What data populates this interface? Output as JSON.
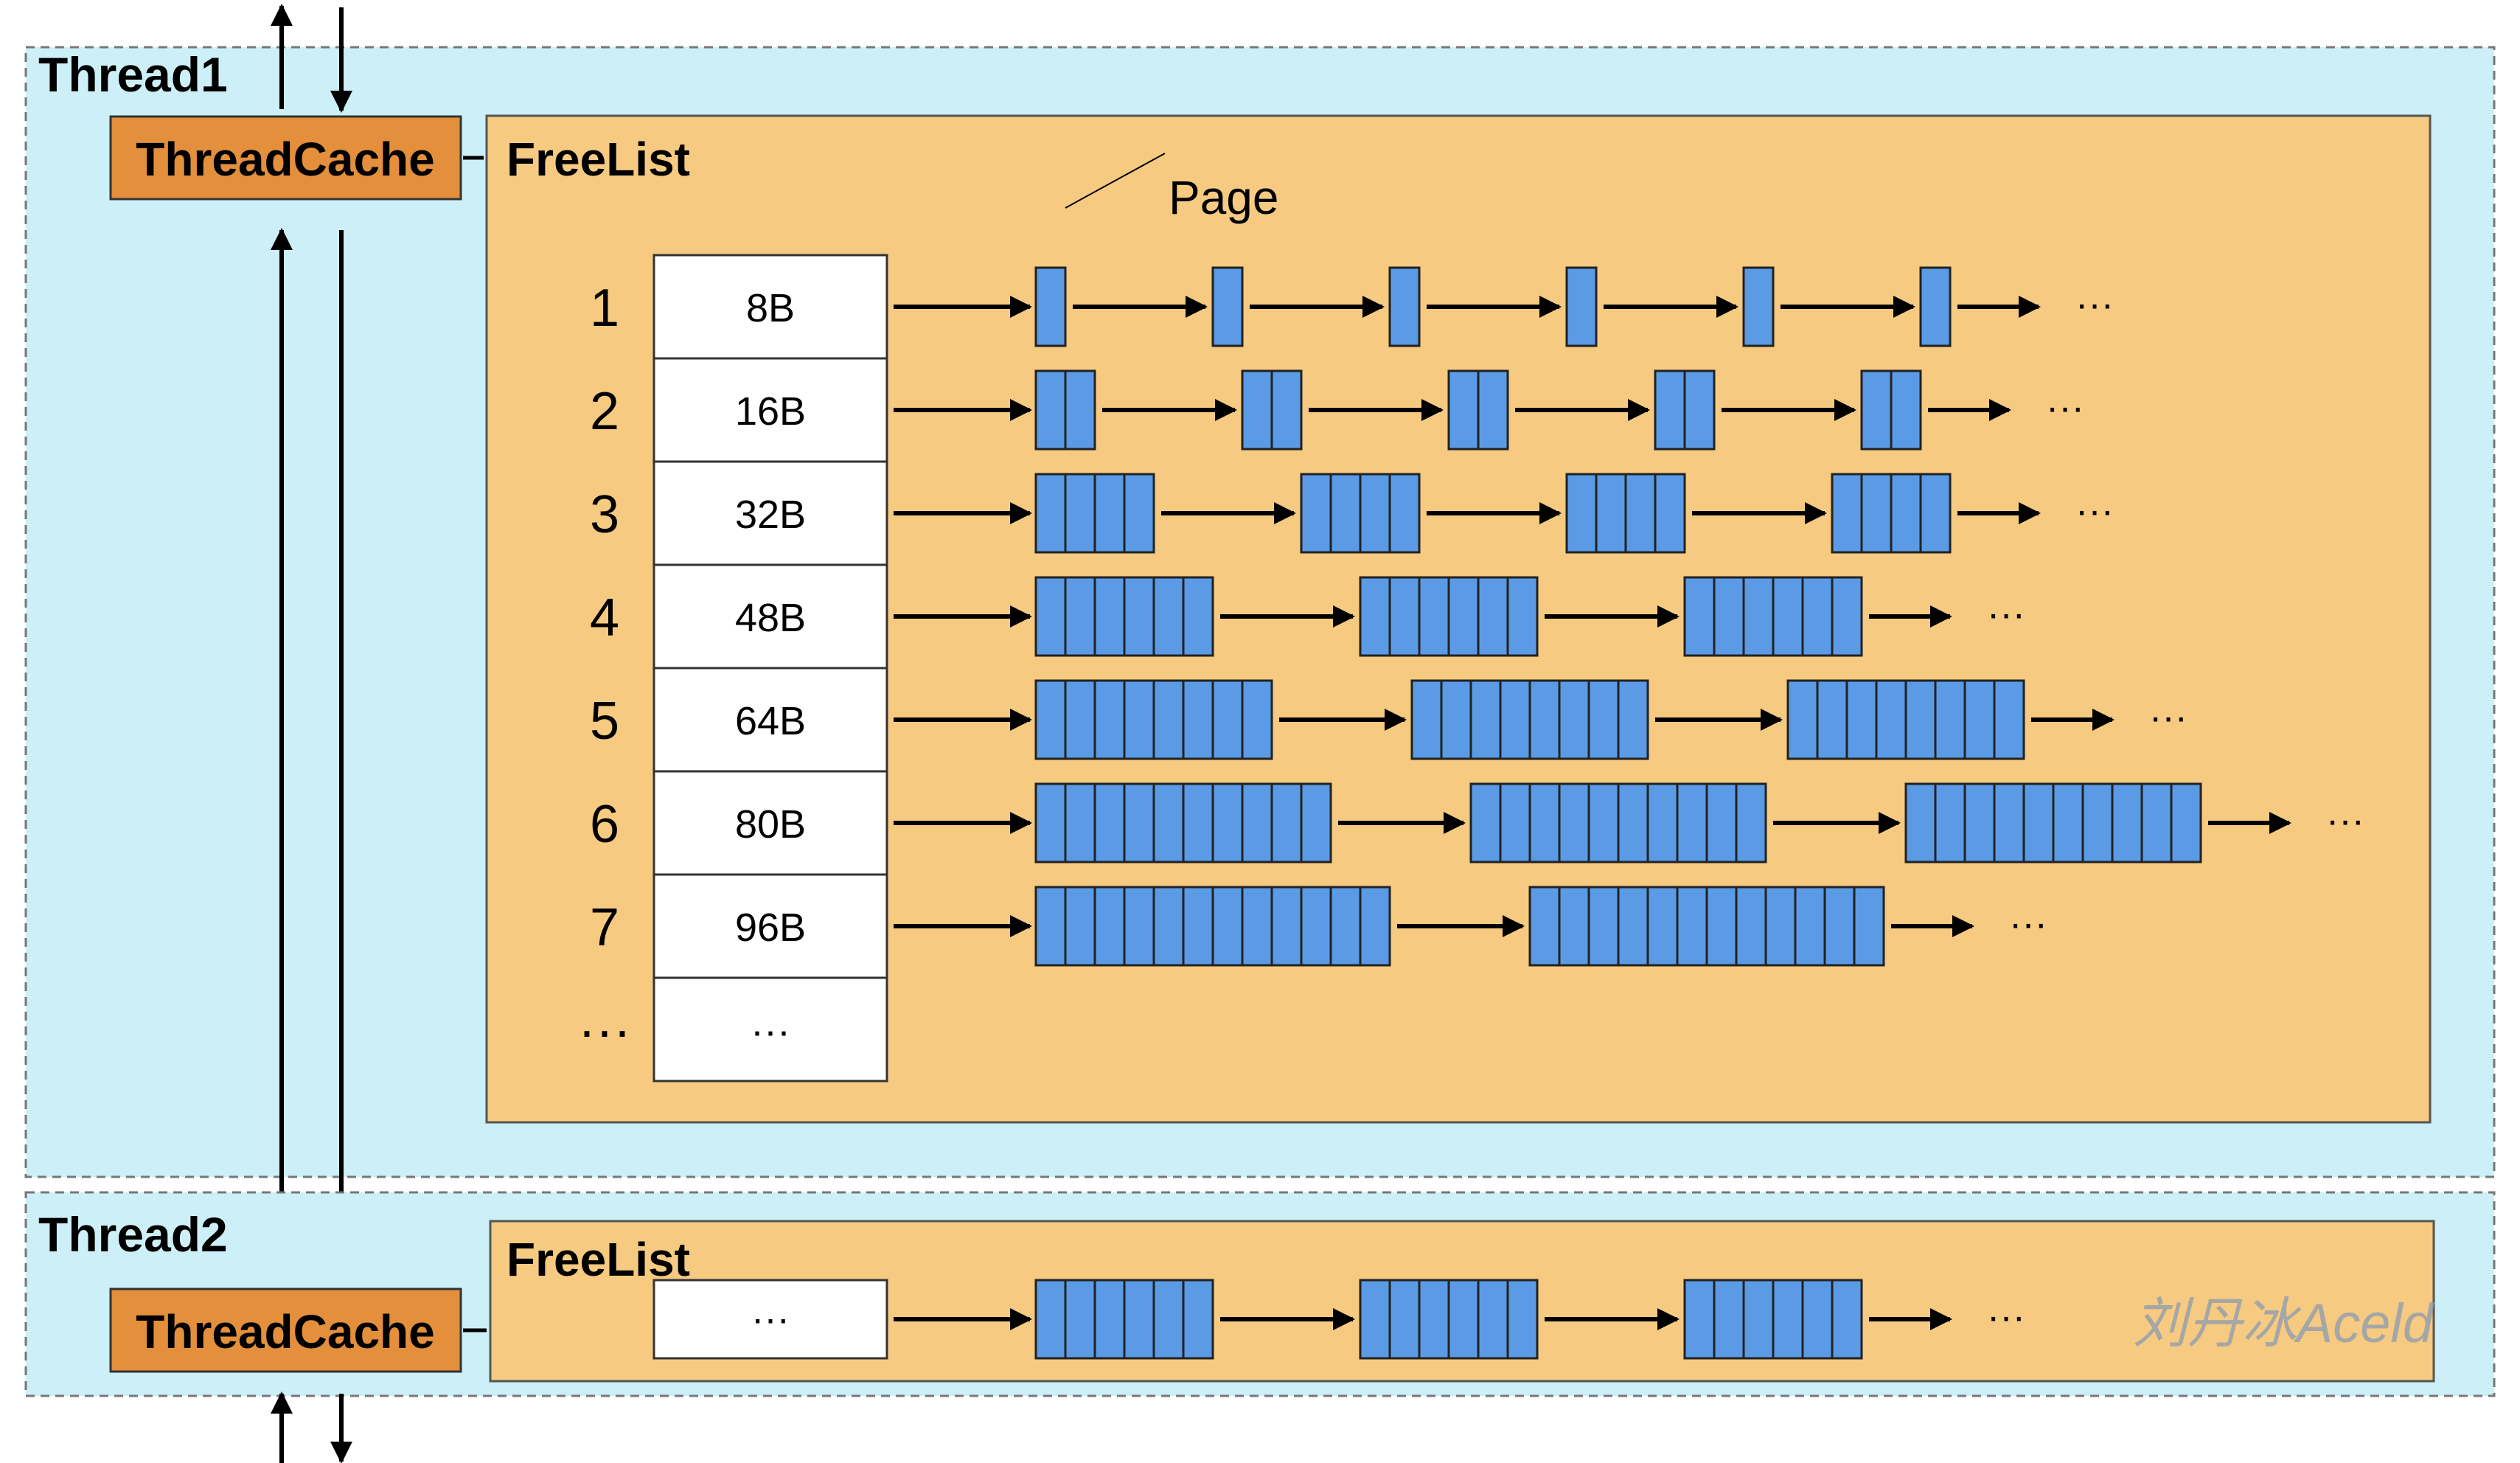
{
  "colors": {
    "thread_bg": "#cdeff7",
    "thread_border": "#777777",
    "freelist_bg": "#f6ca80",
    "freelist_border": "#555555",
    "threadcache_bg": "#e38f3b",
    "block_fill": "#5b9be6",
    "block_stroke": "#222222",
    "arrow": "#000000",
    "watermark": "#8a9bb3"
  },
  "thread1": {
    "label": "Thread1",
    "threadcache_label": "ThreadCache",
    "freelist_label": "FreeList",
    "page_label": "Page",
    "rows": [
      {
        "index": "1",
        "size": "8B",
        "blocks_per_page": 1,
        "pages": 6,
        "tail": "···"
      },
      {
        "index": "2",
        "size": "16B",
        "blocks_per_page": 2,
        "pages": 5,
        "tail": "···"
      },
      {
        "index": "3",
        "size": "32B",
        "blocks_per_page": 4,
        "pages": 4,
        "tail": "···"
      },
      {
        "index": "4",
        "size": "48B",
        "blocks_per_page": 6,
        "pages": 3,
        "tail": "···"
      },
      {
        "index": "5",
        "size": "64B",
        "blocks_per_page": 8,
        "pages": 3,
        "tail": "···"
      },
      {
        "index": "6",
        "size": "80B",
        "blocks_per_page": 10,
        "pages": 3,
        "tail": "···"
      },
      {
        "index": "7",
        "size": "96B",
        "blocks_per_page": 12,
        "pages": 2,
        "tail": "···"
      },
      {
        "index": "···",
        "size": "···",
        "blocks_per_page": 0,
        "pages": 0,
        "tail": ""
      }
    ]
  },
  "thread2": {
    "label": "Thread2",
    "threadcache_label": "ThreadCache",
    "freelist_label": "FreeList",
    "row": {
      "size": "···",
      "blocks_per_page": 6,
      "pages": 3,
      "tail": "···"
    }
  },
  "watermark": "刘丹冰Aceld"
}
